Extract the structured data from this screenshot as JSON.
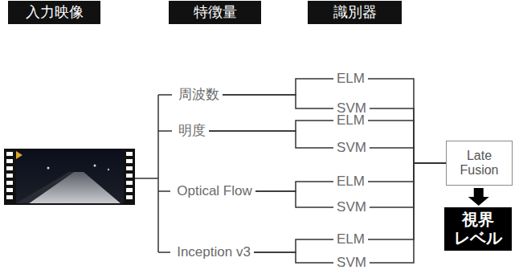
{
  "diagram": {
    "nodes": [
      {
        "text": [
          "入力映像"
        ]
      },
      {
        "text": [
          "特徴量"
        ]
      },
      {
        "text": [
          "識別器"
        ]
      },
      {
        "text": [
          "周波数"
        ]
      },
      {
        "text": [
          "ELM"
        ]
      },
      {
        "text": [
          "SVM"
        ]
      },
      {
        "text": [
          "明度"
        ]
      },
      {
        "text": [
          "ELM"
        ]
      },
      {
        "text": [
          "SVM"
        ]
      },
      {
        "text": [
          "Optical Flow"
        ]
      },
      {
        "text": [
          "ELM"
        ]
      },
      {
        "text": [
          "SVM"
        ]
      },
      {
        "text": [
          "Inception v3"
        ]
      },
      {
        "text": [
          "ELM"
        ]
      },
      {
        "text": [
          "SVM"
        ]
      },
      {
        "text": [
          "Late Fusion"
        ]
      },
      {
        "text": [
          "視界 レベル"
        ]
      }
    ],
    "edges": [
      {
        "from": 3,
        "to": 4,
        "arrow": "none"
      },
      {
        "from": 3,
        "to": 5,
        "arrow": "none"
      },
      {
        "from": 6,
        "to": 7,
        "arrow": "none"
      },
      {
        "from": 6,
        "to": 8,
        "arrow": "none"
      },
      {
        "from": 9,
        "to": 10,
        "arrow": "none"
      },
      {
        "from": 9,
        "to": 11,
        "arrow": "none"
      },
      {
        "from": 12,
        "to": 13,
        "arrow": "none"
      },
      {
        "from": 12,
        "to": 14,
        "arrow": "none"
      },
      {
        "from": 4,
        "to": 15,
        "arrow": "none"
      },
      {
        "from": 5,
        "to": 15,
        "arrow": "none"
      },
      {
        "from": 7,
        "to": 15,
        "arrow": "none"
      },
      {
        "from": 8,
        "to": 15,
        "arrow": "none"
      },
      {
        "from": 10,
        "to": 15,
        "arrow": "none"
      },
      {
        "from": 11,
        "to": 15,
        "arrow": "none"
      },
      {
        "from": 13,
        "to": 15,
        "arrow": "none"
      },
      {
        "from": 14,
        "to": 15,
        "arrow": "none"
      },
      {
        "from": 15,
        "to": 16,
        "arrow": "to"
      }
    ]
  }
}
